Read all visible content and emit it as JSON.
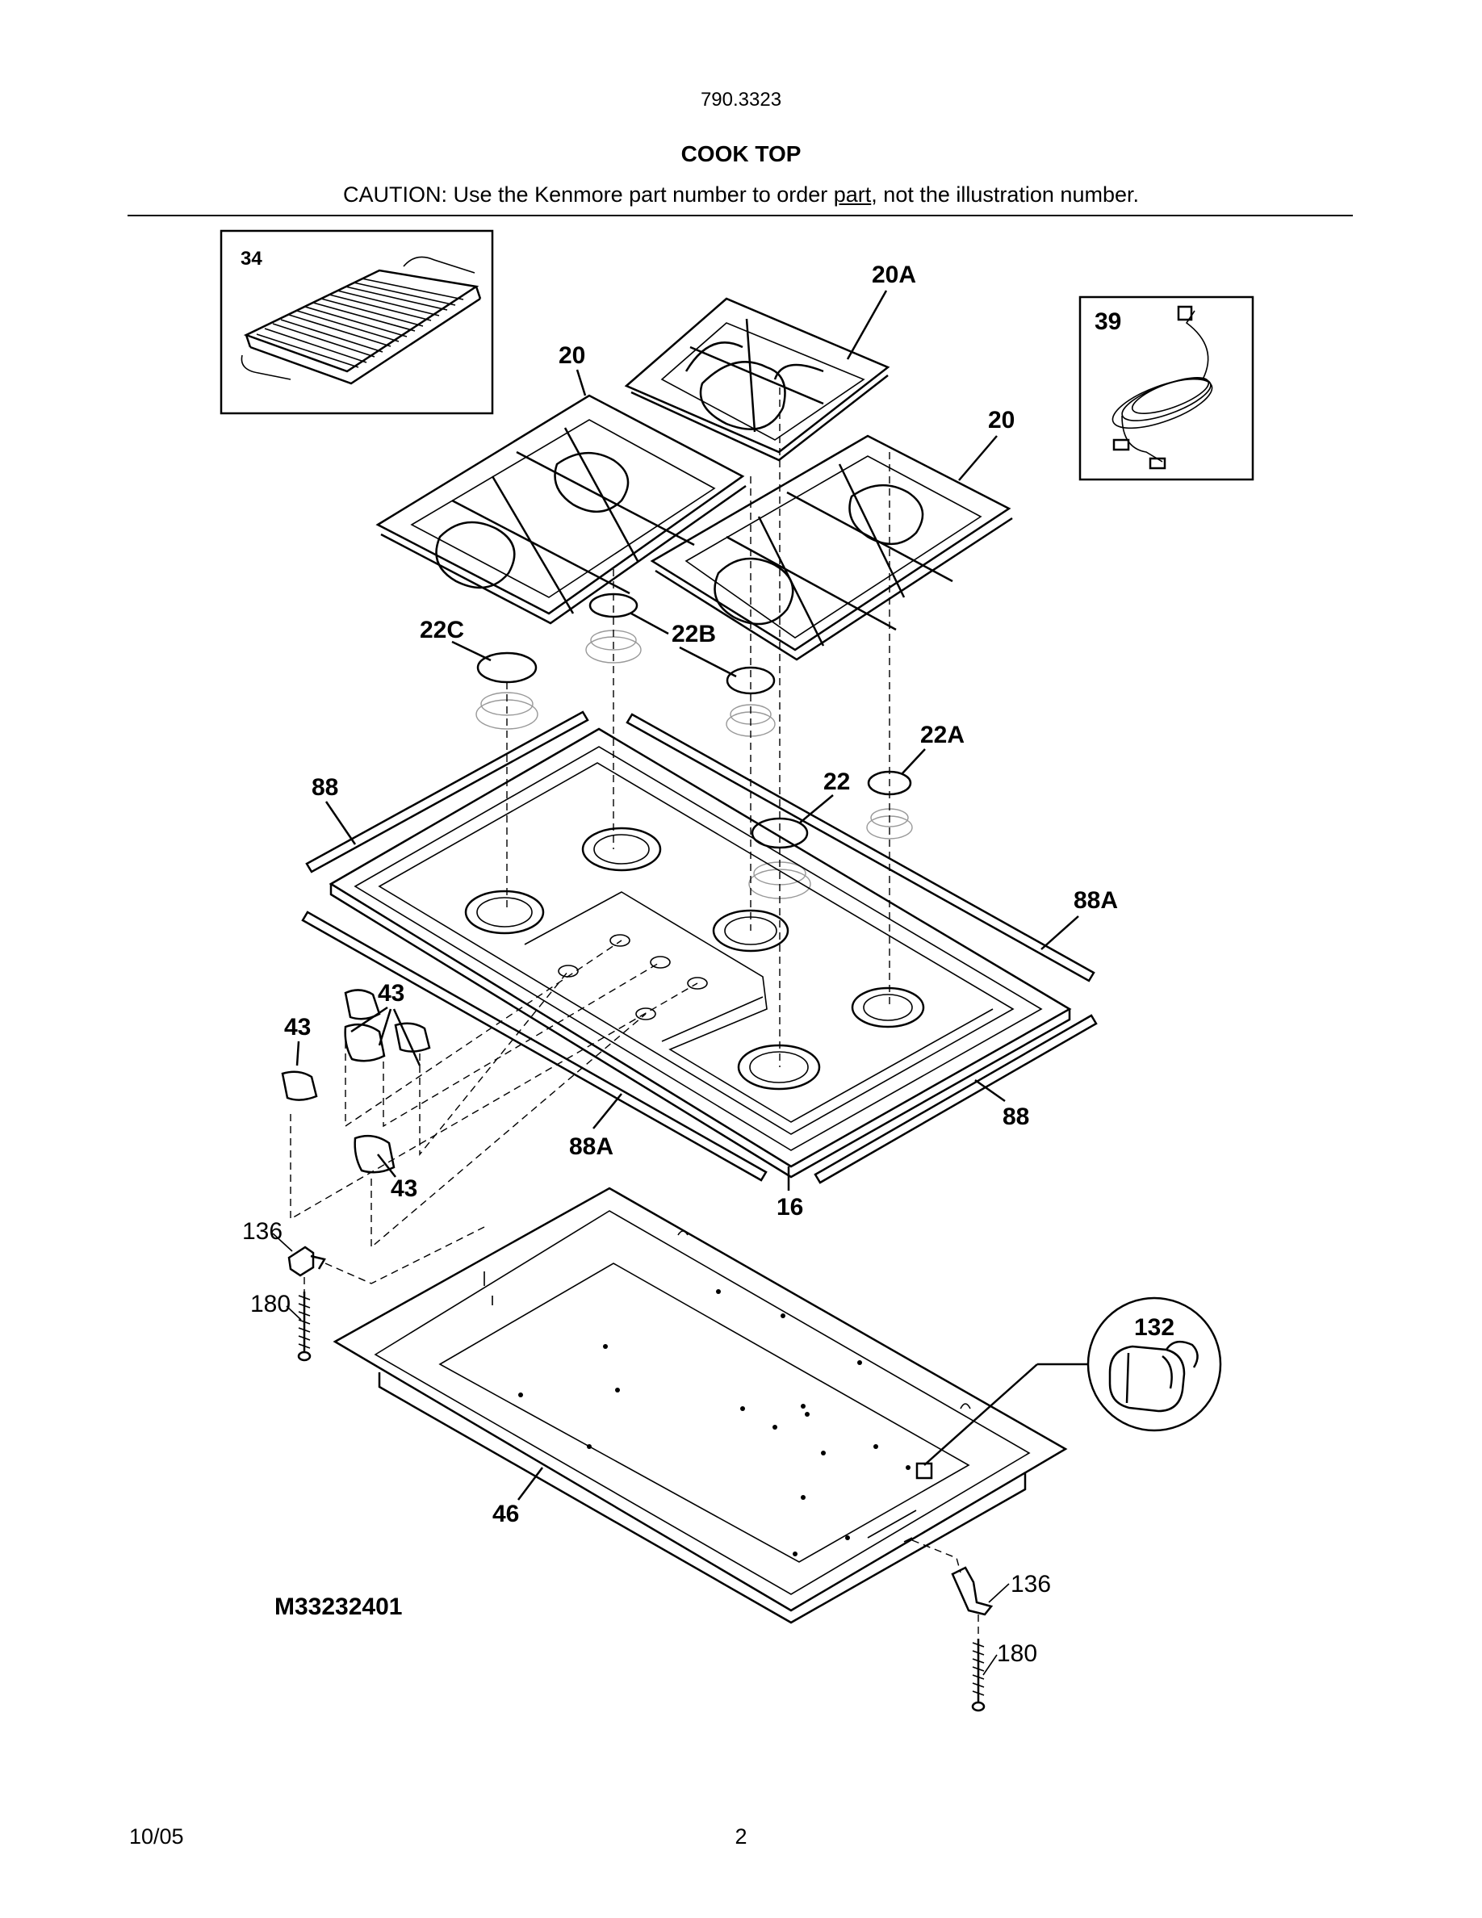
{
  "header": {
    "model_number": "790.3323",
    "section_title": "COOK TOP",
    "caution_prefix": "CAUTION: Use the Kenmore part number to order ",
    "caution_underlined": "part",
    "caution_suffix": ", not the illustration number."
  },
  "diagram": {
    "drawing_code": "M33232401",
    "inset_labels": {
      "griddle": "34",
      "power_cord": "39",
      "connector": "132"
    },
    "callouts": {
      "grate_center": "20A",
      "grate_left": "20",
      "grate_right": "20",
      "cap_22c": "22C",
      "cap_22b": "22B",
      "cap_22a": "22A",
      "cap_22": "22",
      "trim_left_top": "88",
      "trim_right_top": "88A",
      "trim_left_bottom": "88A",
      "trim_right_bottom": "88",
      "cooktop": "16",
      "knob_top": "43",
      "knob_left": "43",
      "knob_bottom": "43",
      "bracket_left": "136",
      "screw_left": "180",
      "bracket_right": "136",
      "screw_right": "180",
      "burner_box": "46"
    }
  },
  "footer": {
    "date": "10/05",
    "page": "2"
  }
}
